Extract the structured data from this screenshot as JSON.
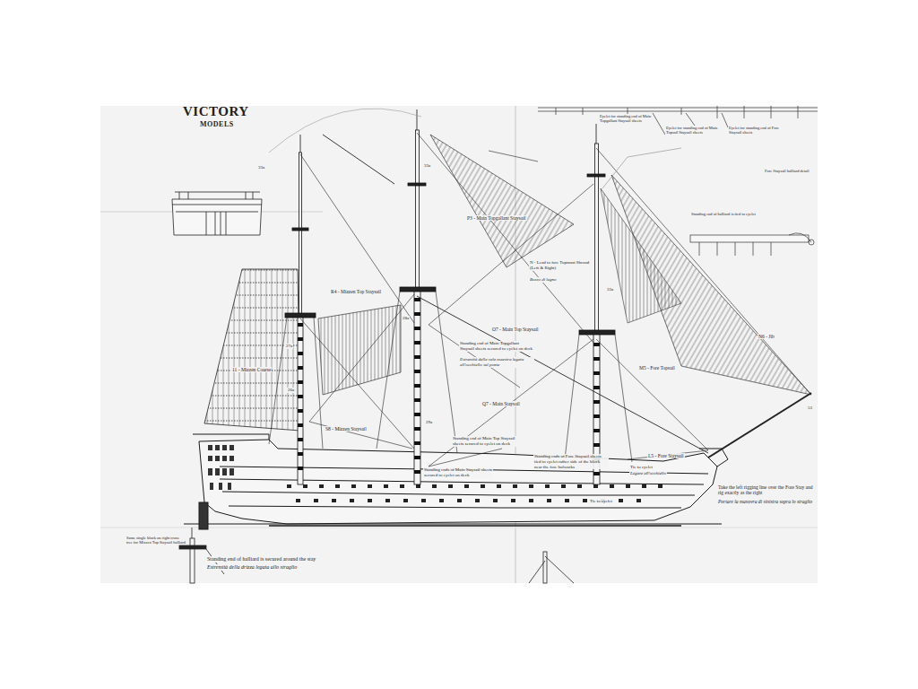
{
  "diagram": {
    "labels": [
      "VICTORY",
      "MODELS",
      "R4 - Mizzen Top Staysail",
      "P3 - Main Topgallant Staysail",
      "N - Lead to fore Topmast Shroud (Left & Right)",
      "Bozzo di legno",
      "O7 - Main Top Staysail",
      "Standing end of Main Topgallant Staysail sheets secured to eyelet on deck",
      "Estremità della vela maestra legata all'occhiello sul ponte",
      "N6 - Jib",
      "M5 - Fore Topsail",
      "11 - Mizzen Course",
      "S8 - Mizzen Staysail",
      "Q7 - Main Staysail",
      "Standing end of Main Top Staysail sheets secured to eyelet on deck",
      "Standing ends of Main Staysail sheets secured to eyelet on deck",
      "Standing ends of Fore Staysail sheets tied to eyelet rather side of the block near the fore bulwarks",
      "L5 - Fore Staysail",
      "Tie to eyelet",
      "Legare all'occhiello",
      "Tie to eyelet",
      "Take the left rigging line over the Fore Stay and rig exactly as the right",
      "Portare la manovra di sinistra sopra lo straglio",
      "Same single block on right cross tree for Mizzen Top Staysail halliard",
      "Standing end of halliard is secured around the stay",
      "Estremità della drizza legata allo straglio",
      "Eyelet for standing end of Main Topgallant Staysail sheets",
      "Eyelet for standing end of Main Topsail Staysail sheets",
      "Eyelet for standing end of Fore Staysail sheets",
      "Fore Staysail halliard detail",
      "Standing end of halliard is tied to eyelet",
      "33a",
      "33a",
      "33a",
      "26a",
      "27a",
      "28a",
      "29a",
      "53"
    ]
  }
}
